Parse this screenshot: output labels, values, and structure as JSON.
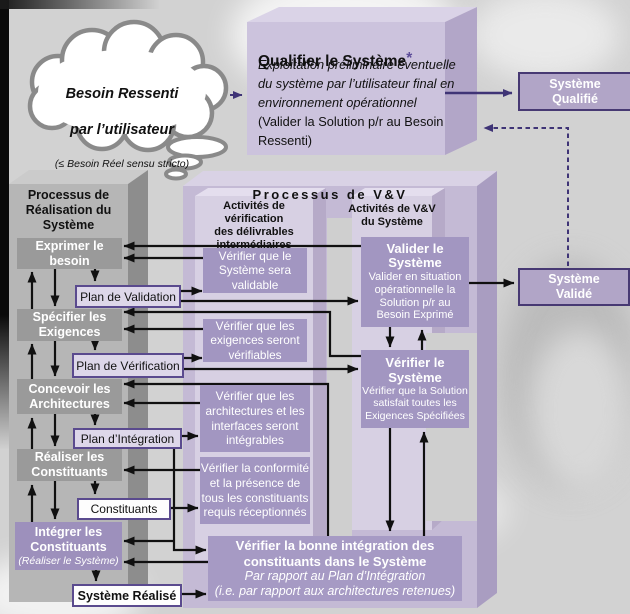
{
  "palette": {
    "container_purple": "#c4bad5",
    "panel_light": "#d7d0e3",
    "process_box_purple": "#a296c1",
    "output_box_fill": "#b1a5c7",
    "output_box_border": "#473973",
    "gray_container": "#b6b6b6",
    "gray_step_box": "#9a9a9a",
    "arrow_black": "#101010",
    "arrow_purple": "#3f3476"
  },
  "cloud": {
    "line1": "Besoin Ressenti",
    "line2": "par l’utilisateur",
    "line3": "(≤ Besoin Réel sensu stricto)"
  },
  "qualifier": {
    "title": "Qualifier le Système",
    "star": "*",
    "italic_body": "Exploitation préliminaire éventuelle\ndu système par l’utilisateur final en\nenvironnement opérationnel",
    "plain_body": "(Valider la Solution p/r au Besoin\nRessenti)"
  },
  "outputs": {
    "qualified": "Système\nQualifié",
    "validated": "Système\nValidé"
  },
  "realisation": {
    "title": "Processus de\nRéalisation du\nSystème",
    "express": "Exprimer le\nbesoin",
    "plan_validation": "Plan de Validation",
    "specify": "Spécifier les\nExigences",
    "plan_verification": "Plan de Vérification",
    "design": "Concevoir les\nArchitectures",
    "plan_integration": "Plan d’Intégration",
    "build": "Réaliser les\nConstituants",
    "constituents": "Constituants",
    "integrate": "Intégrer les\nConstituants",
    "integrate_sub": "(Réaliser le Système)",
    "system_done": "Système Réalisé"
  },
  "vv": {
    "title": "Processus de V&V",
    "col1_header": "Activités de vérification\ndes délivrables\nintermédiaires",
    "col2_header": "Activités de V&V\ndu Système",
    "v1": "Vérifier que le\nSystème sera\nvalidable",
    "v2": "Vérifier que les\nexigences seront\nvérifiables",
    "v3": "Vérifier que les\narchitectures et les\ninterfaces seront\nintégrables",
    "v4": "Vérifier la conformité\net la présence de\ntous les constituants\nrequis réceptionnés",
    "validate_title": "Valider le\nSystème",
    "validate_body": "Valider en situation\nopérationnelle la\nSolution p/r au\nBesoin Exprimé",
    "verify_title": "Vérifier le\nSystème",
    "verify_body": "Vérifier que la Solution\nsatisfait toutes les\nExigences Spécifiées",
    "integration_bold": "Vérifier la bonne intégration des\nconstituants dans le Système",
    "integration_italic": "Par rapport au Plan d’Intégration\n(i.e. par rapport aux architectures retenues)"
  }
}
